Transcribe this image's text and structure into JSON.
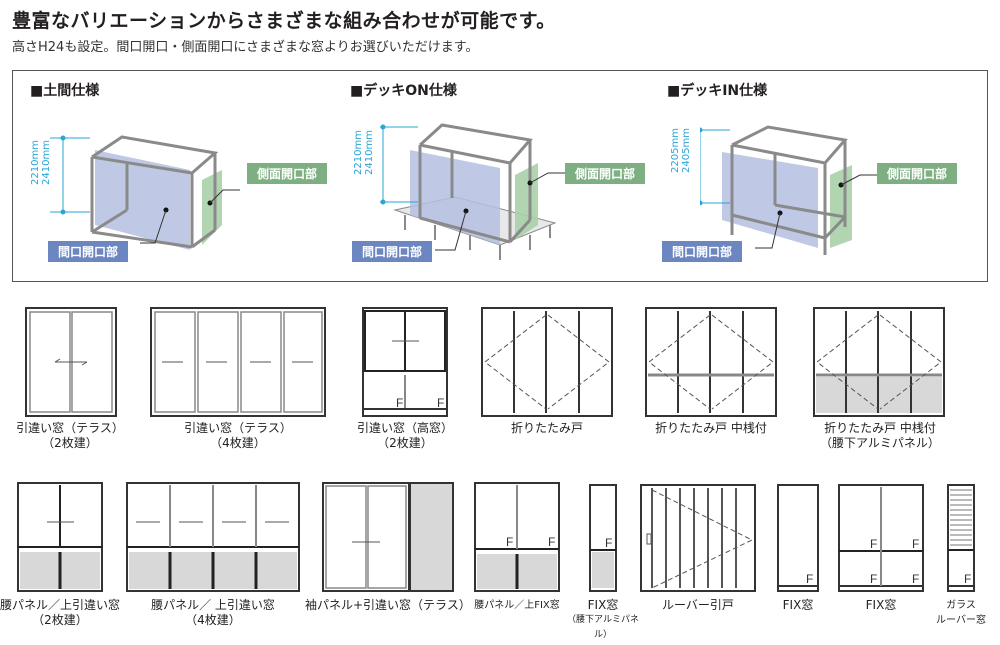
{
  "header": {
    "title": "豊富なバリエーションからさまざまな組み合わせが可能です。",
    "subtitle": "高さH24も設定。間口開口・側面開口にさまざまな窓よりお選びいただけます。"
  },
  "specs": [
    {
      "title": "■土間仕様",
      "dim1": "2210mm",
      "dim2": "2410mm",
      "front_label": "間口開口部",
      "side_label": "側面開口部"
    },
    {
      "title": "■デッキON仕様",
      "dim1": "2210mm",
      "dim2": "2410mm",
      "front_label": "間口開口部",
      "side_label": "側面開口部"
    },
    {
      "title": "■デッキIN仕様",
      "dim1": "2205mm",
      "dim2": "2405mm",
      "front_label": "間口開口部",
      "side_label": "側面開口部"
    }
  ],
  "colors": {
    "front_opening": "#6b86c0",
    "side_opening": "#7daf82",
    "dimension": "#2aa5d5",
    "frame": "#8a8a8a",
    "panel": "#d8d8d8"
  },
  "windows_row1": [
    {
      "line1": "引違い窓（テラス）",
      "line2": "（2枚建）"
    },
    {
      "line1": "引違い窓（テラス）",
      "line2": "（4枚建）"
    },
    {
      "line1": "引違い窓（高窓）",
      "line2": "（2枚建）"
    },
    {
      "line1": "折りたたみ戸",
      "line2": ""
    },
    {
      "line1": "折りたたみ戸 中桟付",
      "line2": ""
    },
    {
      "line1": "折りたたみ戸 中桟付",
      "line2": "（腰下アルミパネル）"
    }
  ],
  "windows_row2": [
    {
      "line1": "腰パネル／上引違い窓",
      "line2": "（2枚建）"
    },
    {
      "line1": "腰パネル／ 上引違い窓",
      "line2": "（4枚建）"
    },
    {
      "line1": "袖パネル+引違い窓（テラス）",
      "line2": ""
    },
    {
      "line1": "腰パネル／上FIX窓",
      "line2": ""
    },
    {
      "line1": "FIX窓",
      "line2": "（腰下アルミパネル）"
    },
    {
      "line1": "ルーバー引戸",
      "line2": ""
    },
    {
      "line1": "FIX窓",
      "line2": ""
    },
    {
      "line1": "FIX窓",
      "line2": ""
    },
    {
      "line1": "ガラス",
      "line2": "ルーバー窓"
    }
  ],
  "fix_marker": "F"
}
